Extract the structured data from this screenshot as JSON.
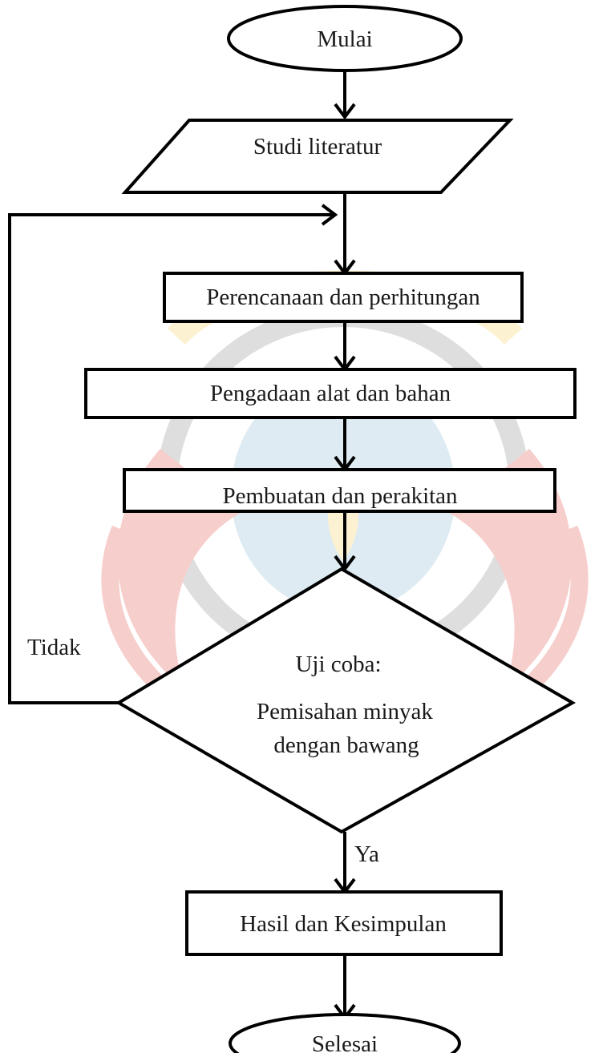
{
  "flowchart": {
    "start_label": "Mulai",
    "literature_label": "Studi literatur",
    "planning_label": "Perencanaan dan perhitungan",
    "procurement_label": "Pengadaan alat dan bahan",
    "fabrication_label": "Pembuatan dan perakitan",
    "decision_title": "Uji coba:",
    "decision_line1": "Pemisahan minyak",
    "decision_line2": "dengan bawang",
    "no_label": "Tidak",
    "yes_label": "Ya",
    "result_label": "Hasil dan Kesimpulan",
    "end_label": "Selesai"
  },
  "watermark": {
    "description": "university emblem watermark",
    "colors": {
      "red": "#d9271c",
      "yellow": "#f2c233",
      "blue": "#6fa8c9"
    }
  }
}
